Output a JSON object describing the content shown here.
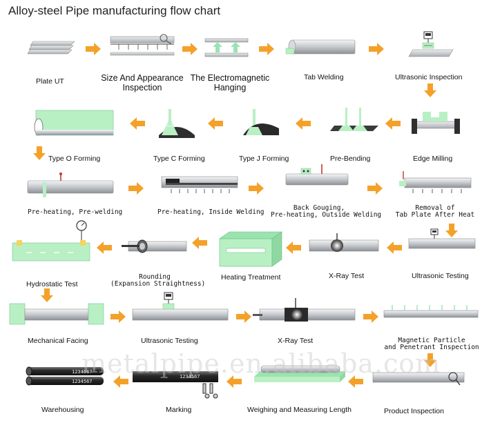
{
  "title": "Alloy-steel Pipe manufacturing flow chart",
  "watermark": "metalpipe.en.alibaba.com",
  "steps": {
    "plate_ut": "Plate UT",
    "size_inspection_1": "Size And Appearance",
    "size_inspection_2": "Inspection",
    "em_hanging_1": "The Electromagnetic",
    "em_hanging_2": "Hanging",
    "tab_welding": "Tab Welding",
    "ultrasonic_inspection": "Ultrasonic Inspection",
    "type_o_forming": "Type O Forming",
    "type_c_forming": "Type C Forming",
    "type_j_forming": "Type J Forming",
    "pre_bending": "Pre-Bending",
    "edge_milling": "Edge Milling",
    "preheat_prewelding": "Pre-heating, Pre-welding",
    "preheat_inside": "Pre-heating,  Inside Welding",
    "back_gouging_1": "Back Gouging,",
    "back_gouging_2": "Pre-heating,  Outside Welding",
    "removal_tab_1": "Removal of",
    "removal_tab_2": "Tab Plate After Heat",
    "hydrostatic_test": "Hydrostatic Test",
    "rounding_1": "Rounding",
    "rounding_2": "(Expansion Straightness)",
    "heating_treatment": "Heating Treatment",
    "xray_test_1": "X-Ray Test",
    "ultrasonic_testing_1": "Ultrasonic Testing",
    "mechanical_facing": "Mechanical Facing",
    "ultrasonic_testing_2": "Ultrasonic Testing",
    "xray_test_2": "X-Ray Test",
    "magnetic_1": "Magnetic Particle",
    "magnetic_2": "and Penetrant Inspection",
    "warehousing": "Warehousing",
    "marking": "Marking",
    "weighing": "Weighing and Measuring Length",
    "product_inspection": "Product Inspection"
  },
  "pipe_marks": {
    "warehouse_code_a": "1234567",
    "warehouse_code_b": "1234567",
    "marking_code": "1234567"
  },
  "colors": {
    "arrow": "#f4a12a",
    "green": "#b8f0c4",
    "steel": "#c9ccd0",
    "dark_steel": "#3a3a3a"
  }
}
